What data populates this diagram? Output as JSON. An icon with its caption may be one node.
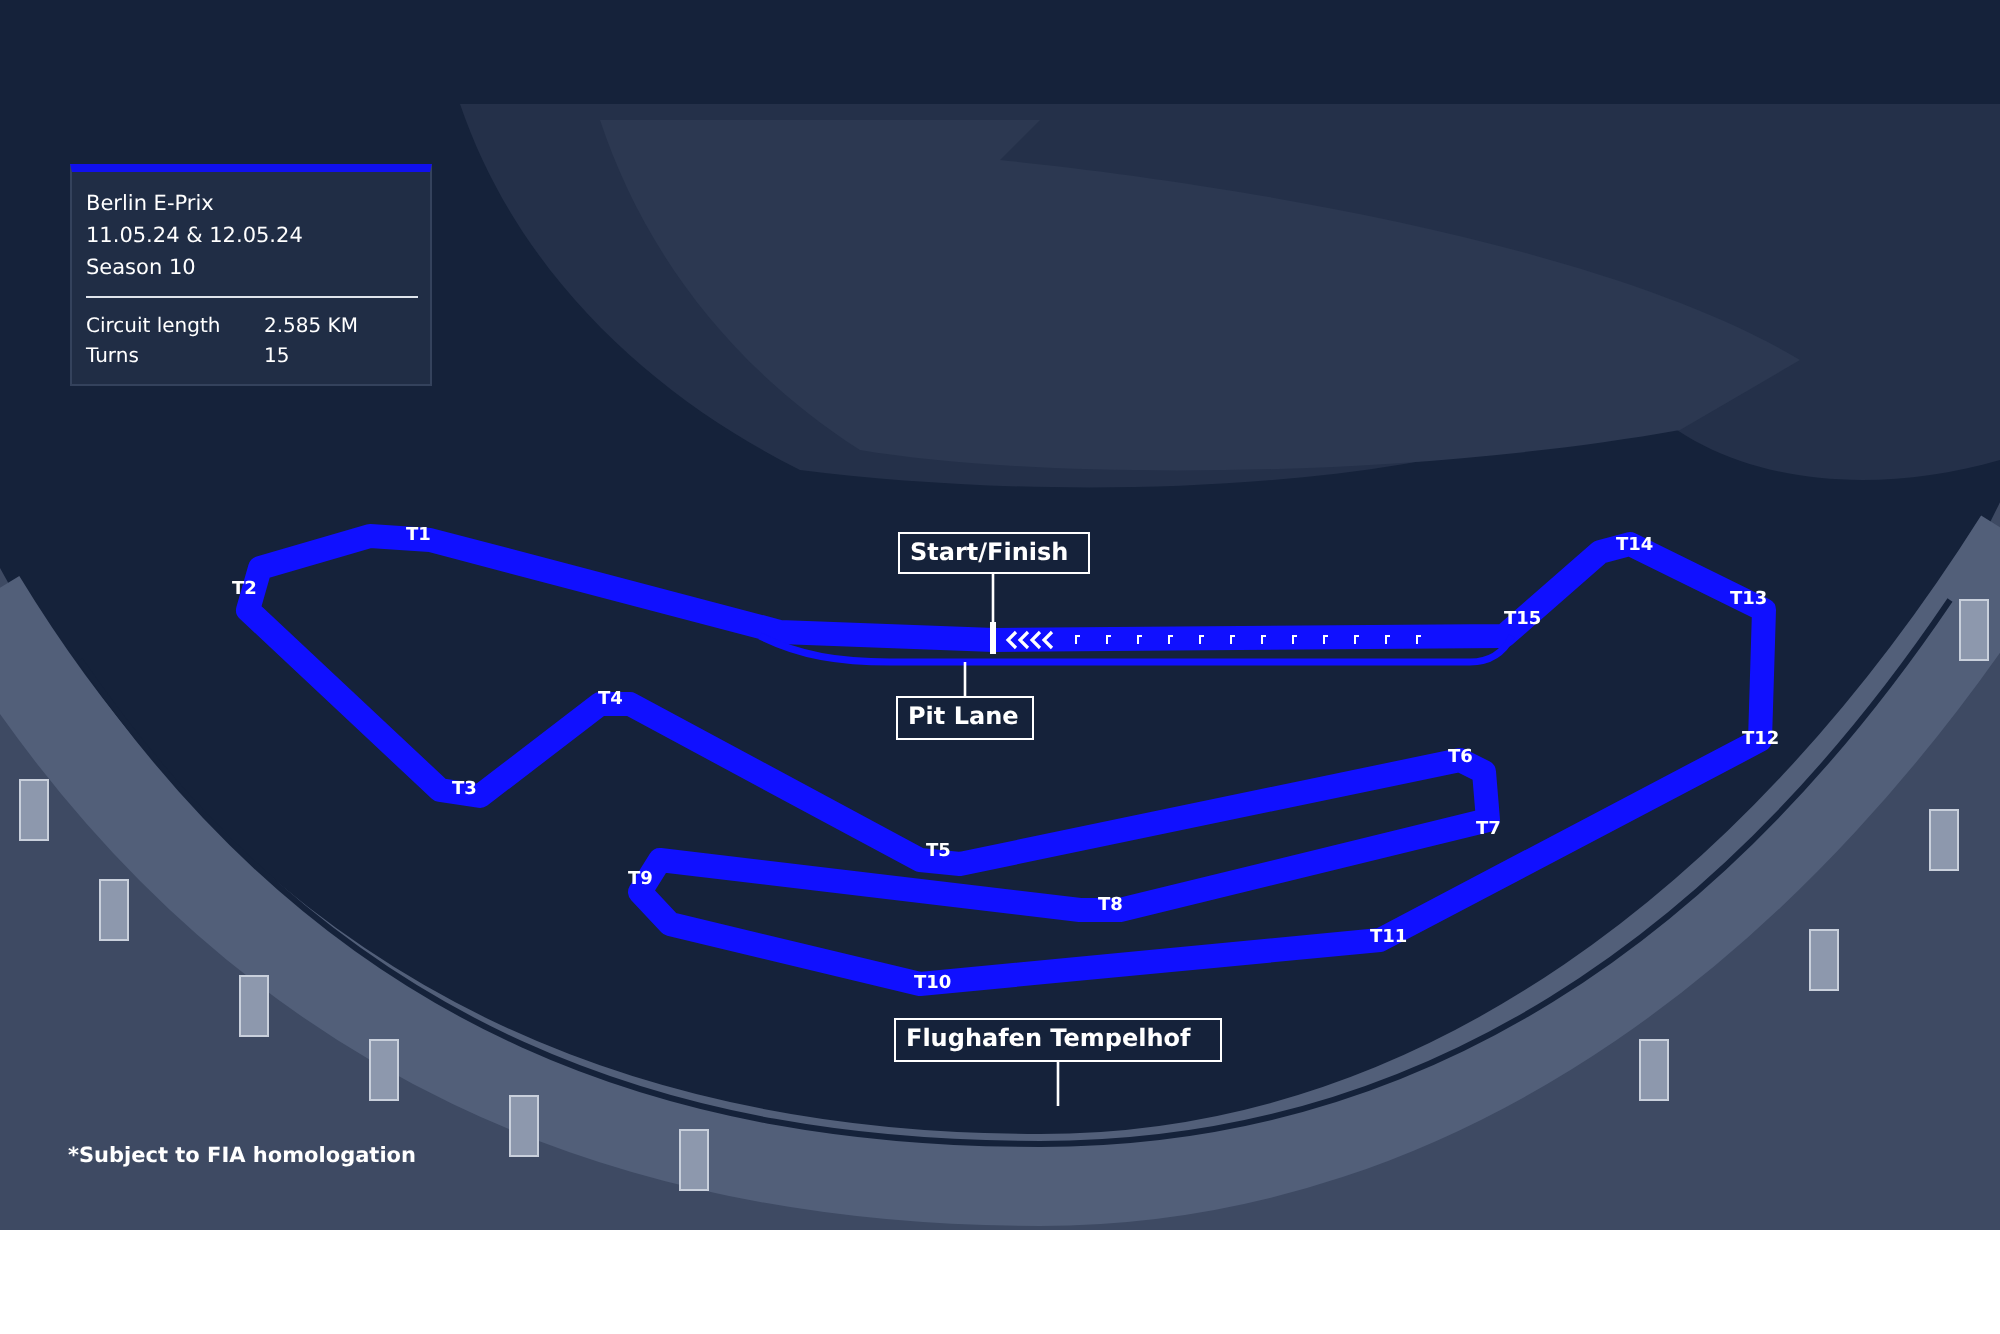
{
  "diagram": {
    "nodes": [
      {
        "text": [
          "Berlin E-Prix",
          "11.05.24 & 12.05.24",
          "Season 10",
          "Circuit length",
          "2.585 KM",
          "Turns",
          "15"
        ]
      },
      {
        "text": [
          "Start/Finish"
        ]
      },
      {
        "text": [],
        "shape": "bar"
      },
      {
        "text": [
          "Pit Lane"
        ]
      },
      {
        "text": [],
        "shape": "picture"
      },
      {
        "text": [
          "Flughafen Tempelhof"
        ]
      }
    ],
    "edges": [
      {
        "from": 1,
        "to": 2,
        "arrow": "none"
      },
      {
        "from": 3,
        "to": 4,
        "arrow": "none"
      },
      {
        "from": 5,
        "to": null,
        "arrow": "none"
      }
    ],
    "labels": [
      "T1",
      "T2",
      "T14",
      "T13",
      "T15",
      "T4",
      "T12",
      "T6",
      "T3",
      "T7",
      "T5",
      "T9",
      "T8",
      "T11",
      "T10",
      "*Subject to FIA homologation"
    ]
  }
}
